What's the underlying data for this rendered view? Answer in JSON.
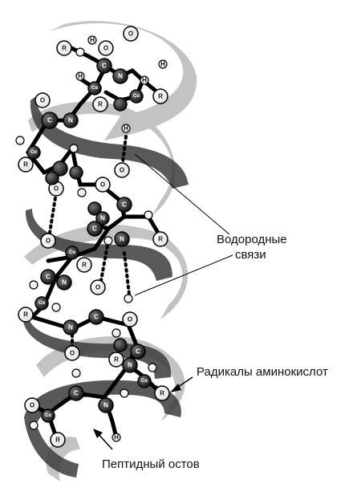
{
  "labels": {
    "hydrogen_bonds_line1": "Водородные",
    "hydrogen_bonds_line2": "связи",
    "radicals": "Радикалы аминокислот",
    "backbone": "Пептидный остов"
  },
  "atom_letters": {
    "carbon": "C",
    "nitrogen": "N",
    "oxygen": "O",
    "hydrogen": "H",
    "radical": "R",
    "alpha_carbon": "Cα"
  },
  "colors": {
    "ribbon_front": "#3a3a3a",
    "ribbon_back": "#b9b9b9",
    "bond": "#000000",
    "atom_fill": "#ffffff",
    "background": "#ffffff"
  }
}
